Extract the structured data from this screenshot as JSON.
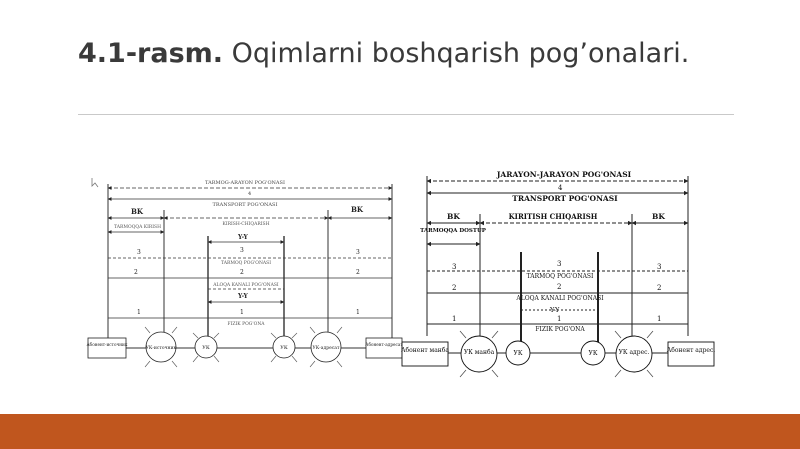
{
  "slide": {
    "title_bold": "4.1-rasm.",
    "title_rest": "Oqimlarni boshqarish pog’onalari.",
    "accent_color": "#c0561e",
    "rule_color": "#c9c9c9"
  },
  "left_diagram": {
    "top_label": "TARMOG-ARAYON POG'ONASI",
    "level4_num": "4",
    "transport_label": "TRANSPORT POG'ONASI",
    "bk_left": "BK",
    "bk_right": "BK",
    "kiritish_label": "KIRISH-CHIQARISH",
    "tarmoq_dostup": "TARMOQQA KIRISH",
    "yy_top": "Y-Y",
    "num3": "3",
    "tarmoq_label": "TARMOQ POG'ONASI",
    "num2": "2",
    "aloqa_label": "ALOQA KANALI POG'ONASI",
    "yy_bottom": "Y-Y",
    "num1": "1",
    "fizik_label": "FIZIK POG'ONA",
    "node_abonent_left": "Абонент-источник",
    "node_uk_left": "УК-источник",
    "node_uk1": "УК",
    "node_uk2": "УК",
    "node_uk_right": "УК-адресат",
    "node_abonent_right": "Абонент-адресат"
  },
  "right_diagram": {
    "top_label": "JARAYON-JARAYON POG'ONASI",
    "level4_num": "4",
    "transport_label": "TRANSPORT POG'ONASI",
    "bk_left": "BK",
    "bk_right": "BK",
    "kiritish_label": "KIRITISH CHIQARISH",
    "tarmoq_dostup": "TARMOQQA DOSTUP",
    "num3": "3",
    "tarmoq_label": "TARMOQ POG'ONASI",
    "num2": "2",
    "aloqa_label": "ALOQA KANALI POG'ONASI",
    "yy": "Y-Y",
    "num1": "1",
    "fizik_label": "FIZIK POG'ONA",
    "node_abonent_left": "Абонент манба",
    "node_uk_left": "УК манба",
    "node_uk1": "УК",
    "node_uk2": "УК",
    "node_uk_right": "УК адрес.",
    "node_abonent_right": "Абонент адрес."
  }
}
